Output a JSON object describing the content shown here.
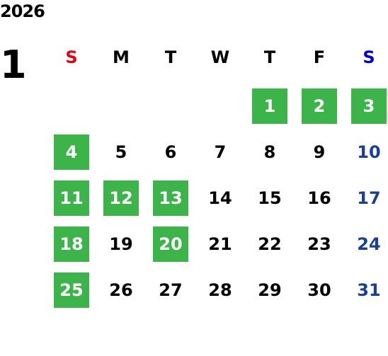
{
  "calendar": {
    "year": "2026",
    "month": "1",
    "weekdays": [
      "S",
      "M",
      "T",
      "W",
      "T",
      "F",
      "S"
    ],
    "colors": {
      "highlight": "#3cb44a",
      "sunday_header": "#e60012",
      "saturday_header": "#0000cc",
      "saturday_day": "#1b3f93",
      "text": "#000000"
    },
    "weeks": [
      [
        {
          "day": ""
        },
        {
          "day": ""
        },
        {
          "day": ""
        },
        {
          "day": ""
        },
        {
          "day": "1",
          "highlight": true
        },
        {
          "day": "2",
          "highlight": true
        },
        {
          "day": "3",
          "highlight": true
        }
      ],
      [
        {
          "day": "4",
          "highlight": true
        },
        {
          "day": "5"
        },
        {
          "day": "6"
        },
        {
          "day": "7"
        },
        {
          "day": "8"
        },
        {
          "day": "9"
        },
        {
          "day": "10"
        }
      ],
      [
        {
          "day": "11",
          "highlight": true
        },
        {
          "day": "12",
          "highlight": true
        },
        {
          "day": "13",
          "highlight": true
        },
        {
          "day": "14"
        },
        {
          "day": "15"
        },
        {
          "day": "16"
        },
        {
          "day": "17"
        }
      ],
      [
        {
          "day": "18",
          "highlight": true
        },
        {
          "day": "19"
        },
        {
          "day": "20",
          "highlight": true
        },
        {
          "day": "21"
        },
        {
          "day": "22"
        },
        {
          "day": "23"
        },
        {
          "day": "24"
        }
      ],
      [
        {
          "day": "25",
          "highlight": true
        },
        {
          "day": "26"
        },
        {
          "day": "27"
        },
        {
          "day": "28"
        },
        {
          "day": "29"
        },
        {
          "day": "30"
        },
        {
          "day": "31"
        }
      ]
    ]
  }
}
